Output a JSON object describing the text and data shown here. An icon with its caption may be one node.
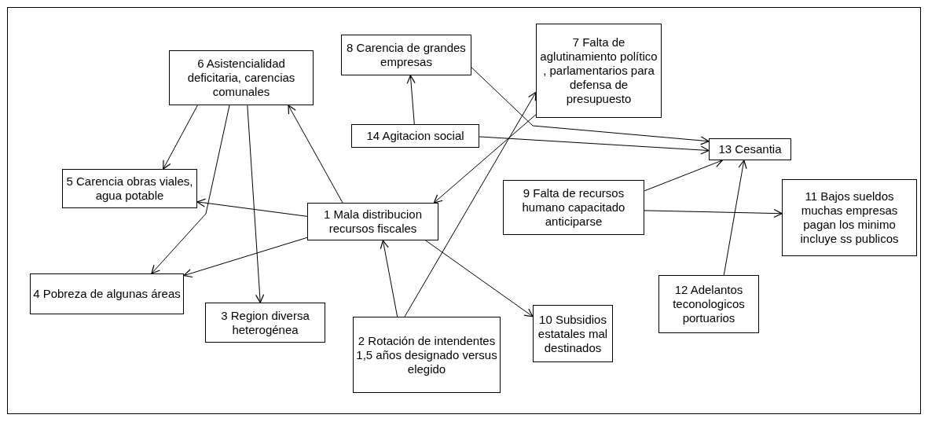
{
  "diagram": {
    "nodes": [
      {
        "text": [
          "8 Carencia de grandes empresas"
        ]
      },
      {
        "text": [
          "7 Falta de aglutinamiento político , parlamentarios para defensa de presupuesto"
        ]
      },
      {
        "text": [
          "6 Asistencialidad deficitaria, carencias comunales"
        ]
      },
      {
        "text": [
          "14 Agitacion social"
        ]
      },
      {
        "text": [
          "13 Cesantia"
        ]
      },
      {
        "text": [
          "5 Carencia obras viales, agua potable"
        ]
      },
      {
        "text": [
          "9 Falta de recursos humano capacitado anticiparse"
        ]
      },
      {
        "text": [
          "1 Mala distribucion recursos fiscales"
        ]
      },
      {
        "text": [
          "11 Bajos sueldos muchas empresas pagan los minimo incluye ss publicos"
        ]
      },
      {
        "text": [
          "4 Pobreza de algunas áreas"
        ]
      },
      {
        "text": [
          "3 Region diversa heterogénea"
        ]
      },
      {
        "text": [
          "2 Rotación de intendentes 1,5 años designado versus elegido"
        ]
      },
      {
        "text": [
          "10 Subsidios estatales mal destinados"
        ]
      },
      {
        "text": [
          "12 Adelantos teconologicos portuarios"
        ]
      }
    ],
    "edges": [
      {
        "from": 2,
        "to": 5,
        "arrow": "to"
      },
      {
        "from": 2,
        "to": 9,
        "arrow": "to"
      },
      {
        "from": 2,
        "to": 10,
        "arrow": "to"
      },
      {
        "from": 7,
        "to": 2,
        "arrow": "to"
      },
      {
        "from": 7,
        "to": 5,
        "arrow": "to"
      },
      {
        "from": 7,
        "to": 9,
        "arrow": "to"
      },
      {
        "from": 7,
        "to": 12,
        "arrow": "to"
      },
      {
        "from": 11,
        "to": 7,
        "arrow": "to"
      },
      {
        "from": 11,
        "to": 1,
        "arrow": "to"
      },
      {
        "from": 1,
        "to": 7,
        "arrow": "to"
      },
      {
        "from": 3,
        "to": 0,
        "arrow": "to"
      },
      {
        "from": 3,
        "to": 4,
        "arrow": "to"
      },
      {
        "from": 0,
        "to": 4,
        "arrow": "to"
      },
      {
        "from": 6,
        "to": 4,
        "arrow": "to"
      },
      {
        "from": 6,
        "to": 8,
        "arrow": "to"
      },
      {
        "from": 13,
        "to": 4,
        "arrow": "to"
      }
    ]
  }
}
